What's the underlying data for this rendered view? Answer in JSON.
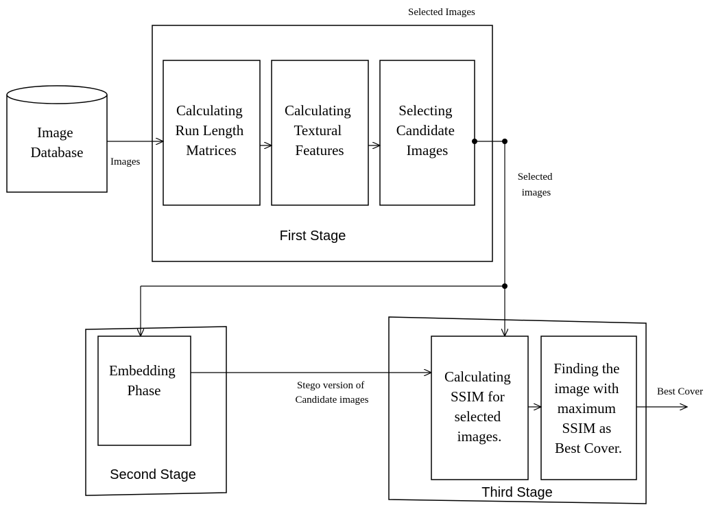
{
  "database": {
    "lines": [
      "Image",
      "Database"
    ]
  },
  "first_stage": {
    "label": "First Stage",
    "top_label": "Selected Images",
    "boxes": [
      {
        "lines": [
          "Calculating",
          "Run Length",
          "Matrices"
        ]
      },
      {
        "lines": [
          "Calculating",
          "Textural",
          "Features"
        ]
      },
      {
        "lines": [
          "Selecting",
          "Candidate",
          "Images"
        ]
      }
    ]
  },
  "second_stage": {
    "label": "Second Stage",
    "box": {
      "lines": [
        "Embedding",
        "Phase"
      ]
    }
  },
  "third_stage": {
    "label": "Third Stage",
    "boxes": [
      {
        "lines": [
          "Calculating",
          "SSIM for",
          "selected",
          "images."
        ]
      },
      {
        "lines": [
          "Finding the",
          "image with",
          "maximum",
          "SSIM as",
          "Best Cover."
        ]
      }
    ]
  },
  "edge_labels": {
    "images": "Images",
    "selected_images": [
      "Selected",
      "images"
    ],
    "stego": [
      "Stego version of",
      "Candidate images"
    ],
    "best_cover": "Best Cover"
  }
}
